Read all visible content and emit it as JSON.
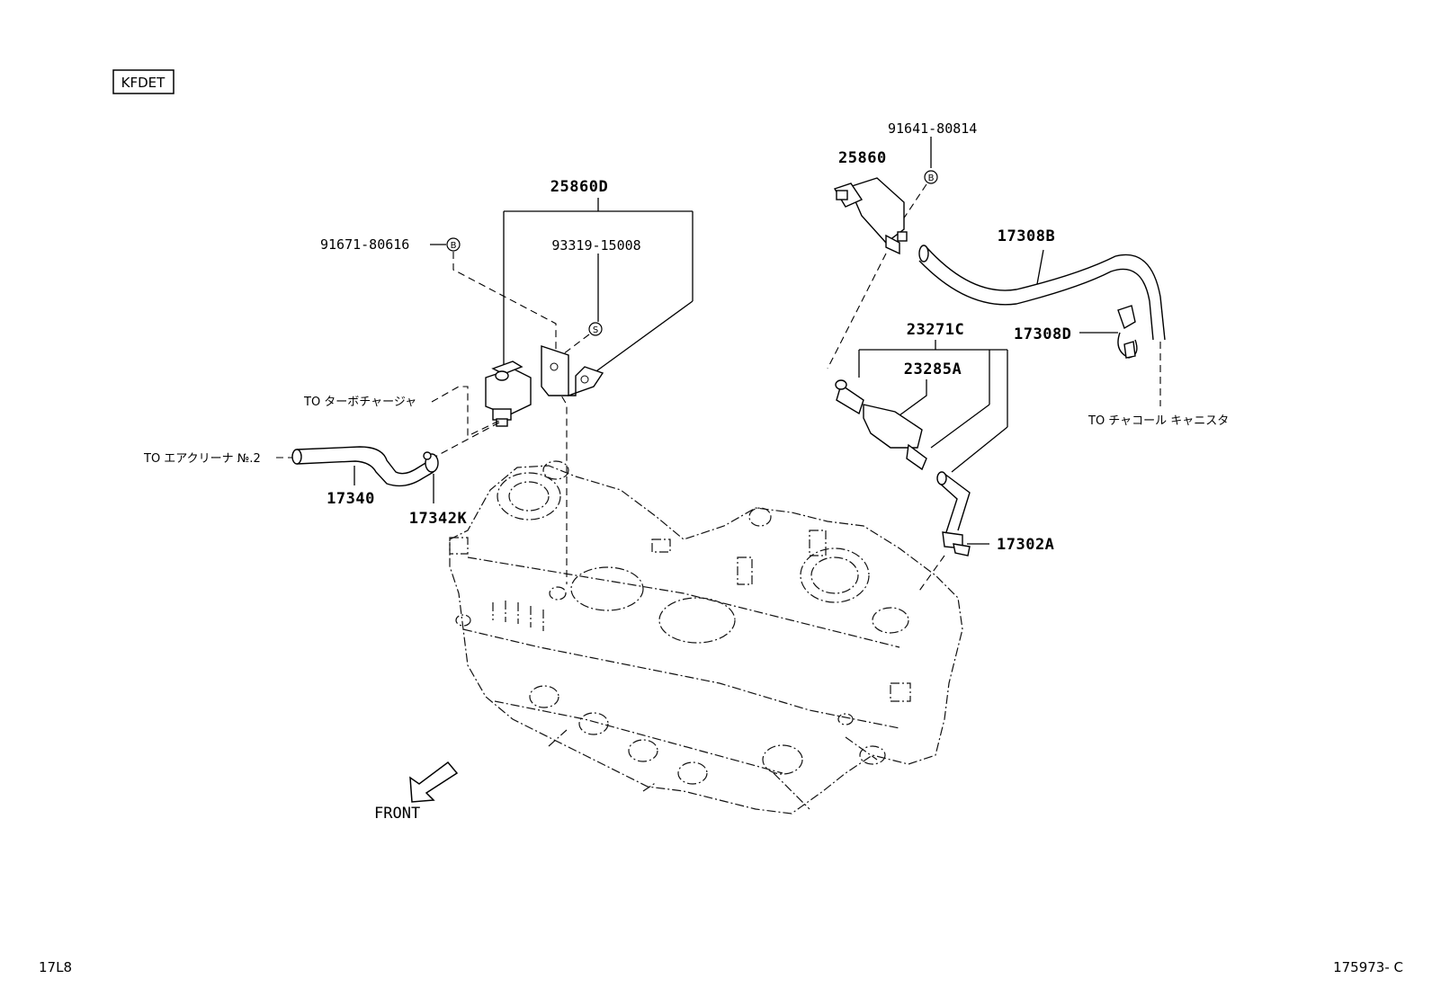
{
  "header": {
    "engine_code": "KFDET"
  },
  "footer": {
    "page_ref": "17L8",
    "illustration_id": "175973- C"
  },
  "front_arrow": {
    "label": "FRONT"
  },
  "callouts": {
    "p25860D": "25860D",
    "p93319_15008": "93319-15008",
    "p91671_80616": "91671-80616",
    "p91641_80814": "91641-80814",
    "p25860": "25860",
    "p17308B": "17308B",
    "p23271C": "23271C",
    "p23285A": "23285A",
    "p17308D": "17308D",
    "p17302A": "17302A",
    "p17340": "17340",
    "p17342K": "17342K"
  },
  "markers": {
    "bolt_b": "B",
    "screw_s": "S"
  },
  "notes": {
    "to_turbo": "TO ターボチャージャ",
    "to_air_cleaner": "TO エアクリーナ №.2",
    "to_canister": "TO チャコール キャニスタ"
  }
}
